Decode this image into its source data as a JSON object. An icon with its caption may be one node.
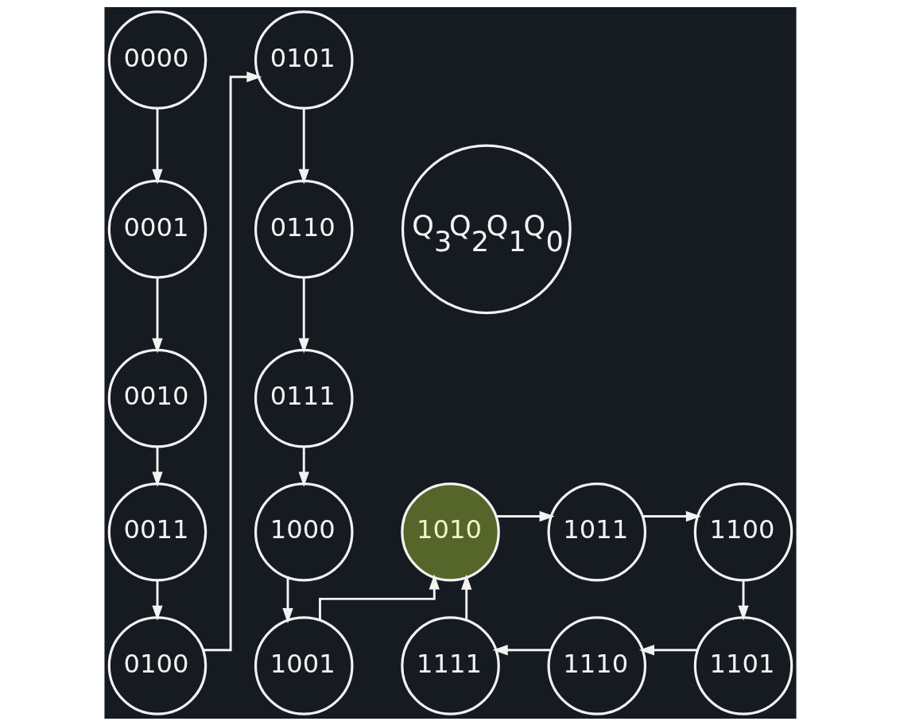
{
  "diagram": {
    "nodes": [
      {
        "text": [
          "0000"
        ]
      },
      {
        "text": [
          "0001"
        ]
      },
      {
        "text": [
          "0010"
        ]
      },
      {
        "text": [
          "0011"
        ]
      },
      {
        "text": [
          "0100"
        ]
      },
      {
        "text": [
          "0101"
        ]
      },
      {
        "text": [
          "0110"
        ]
      },
      {
        "text": [
          "0111"
        ]
      },
      {
        "text": [
          "1000"
        ]
      },
      {
        "text": [
          "1001"
        ]
      },
      {
        "text": [
          "1010"
        ]
      },
      {
        "text": [
          "1011"
        ]
      },
      {
        "text": [
          "1100"
        ]
      },
      {
        "text": [
          "1101"
        ]
      },
      {
        "text": [
          "1110"
        ]
      },
      {
        "text": [
          "1111"
        ]
      },
      {
        "text": [
          "Q$_{3}$Q$_{2}$Q$_{1}$Q$_{0}$"
        ]
      }
    ],
    "edges": [
      {
        "from": 0,
        "to": 1,
        "arrow": "to"
      },
      {
        "from": 1,
        "to": 2,
        "arrow": "to"
      },
      {
        "from": 2,
        "to": 3,
        "arrow": "to"
      },
      {
        "from": 3,
        "to": 4,
        "arrow": "to"
      },
      {
        "from": 4,
        "to": 5,
        "arrow": "to"
      },
      {
        "from": 5,
        "to": 6,
        "arrow": "to"
      },
      {
        "from": 6,
        "to": 7,
        "arrow": "to"
      },
      {
        "from": 7,
        "to": 8,
        "arrow": "to"
      },
      {
        "from": 8,
        "to": 9,
        "arrow": "to"
      },
      {
        "from": 9,
        "to": 10,
        "arrow": "to"
      },
      {
        "from": 10,
        "to": 11,
        "arrow": "to"
      },
      {
        "from": 11,
        "to": 12,
        "arrow": "to"
      },
      {
        "from": 12,
        "to": 13,
        "arrow": "to"
      },
      {
        "from": 13,
        "to": 14,
        "arrow": "to"
      },
      {
        "from": 14,
        "to": 15,
        "arrow": "to"
      },
      {
        "from": 15,
        "to": 10,
        "arrow": "to"
      }
    ]
  }
}
